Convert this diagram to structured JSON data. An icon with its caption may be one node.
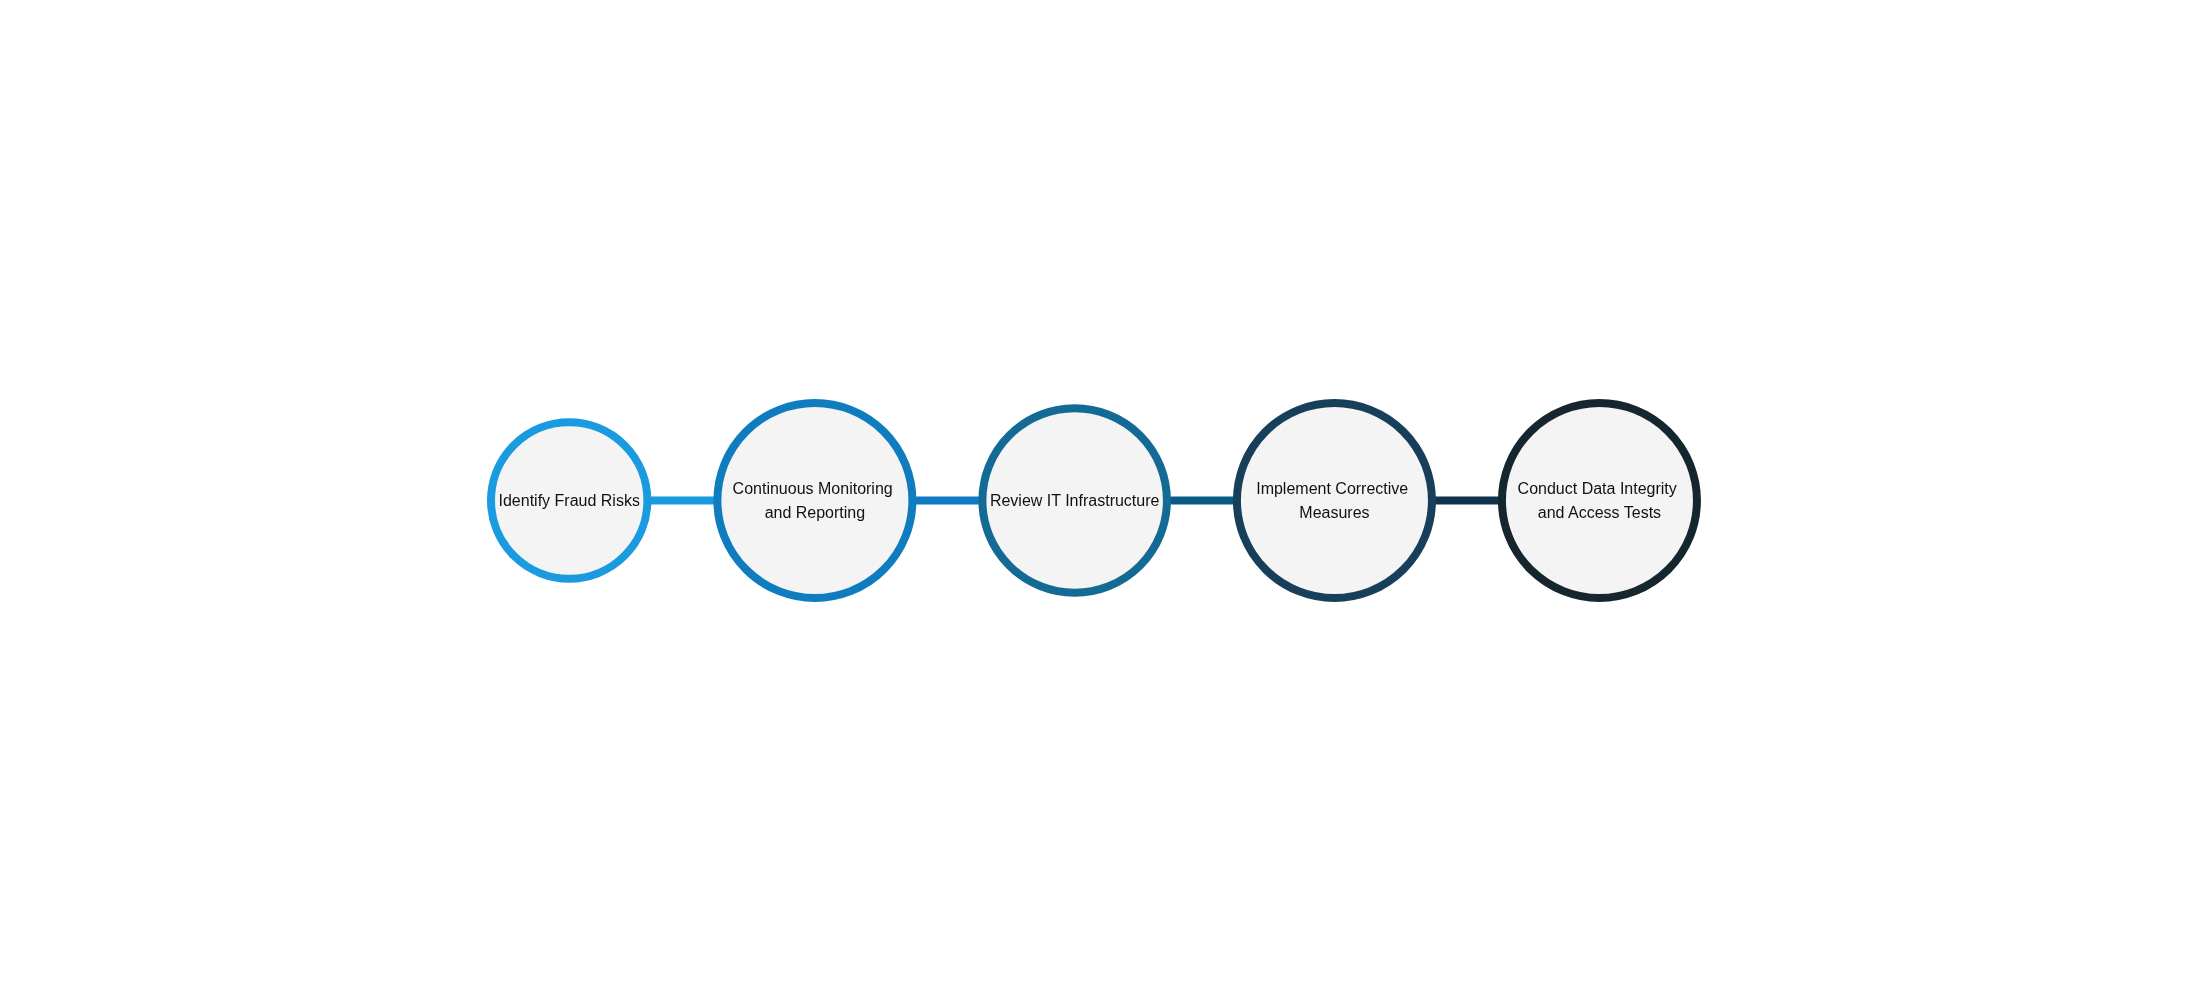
{
  "diagram": {
    "nodes": [
      {
        "text": [
          "Identify Fraud Risks"
        ]
      },
      {
        "text": [
          "Continuous Monitoring and Reporting"
        ]
      },
      {
        "text": [
          "Review IT Infrastructure"
        ]
      },
      {
        "text": [
          "Implement Corrective Measures"
        ]
      },
      {
        "text": [
          "Conduct Data Integrity and Access Tests"
        ]
      }
    ],
    "edges": [
      {
        "from": 0,
        "to": 1,
        "arrow": "none",
        "color": "#1a9be0"
      },
      {
        "from": 1,
        "to": 2,
        "arrow": "none",
        "color": "#0d7cc4"
      },
      {
        "from": 2,
        "to": 3,
        "arrow": "none",
        "color": "#0b5a86"
      },
      {
        "from": 3,
        "to": 4,
        "arrow": "none",
        "color": "#10344d"
      }
    ]
  }
}
